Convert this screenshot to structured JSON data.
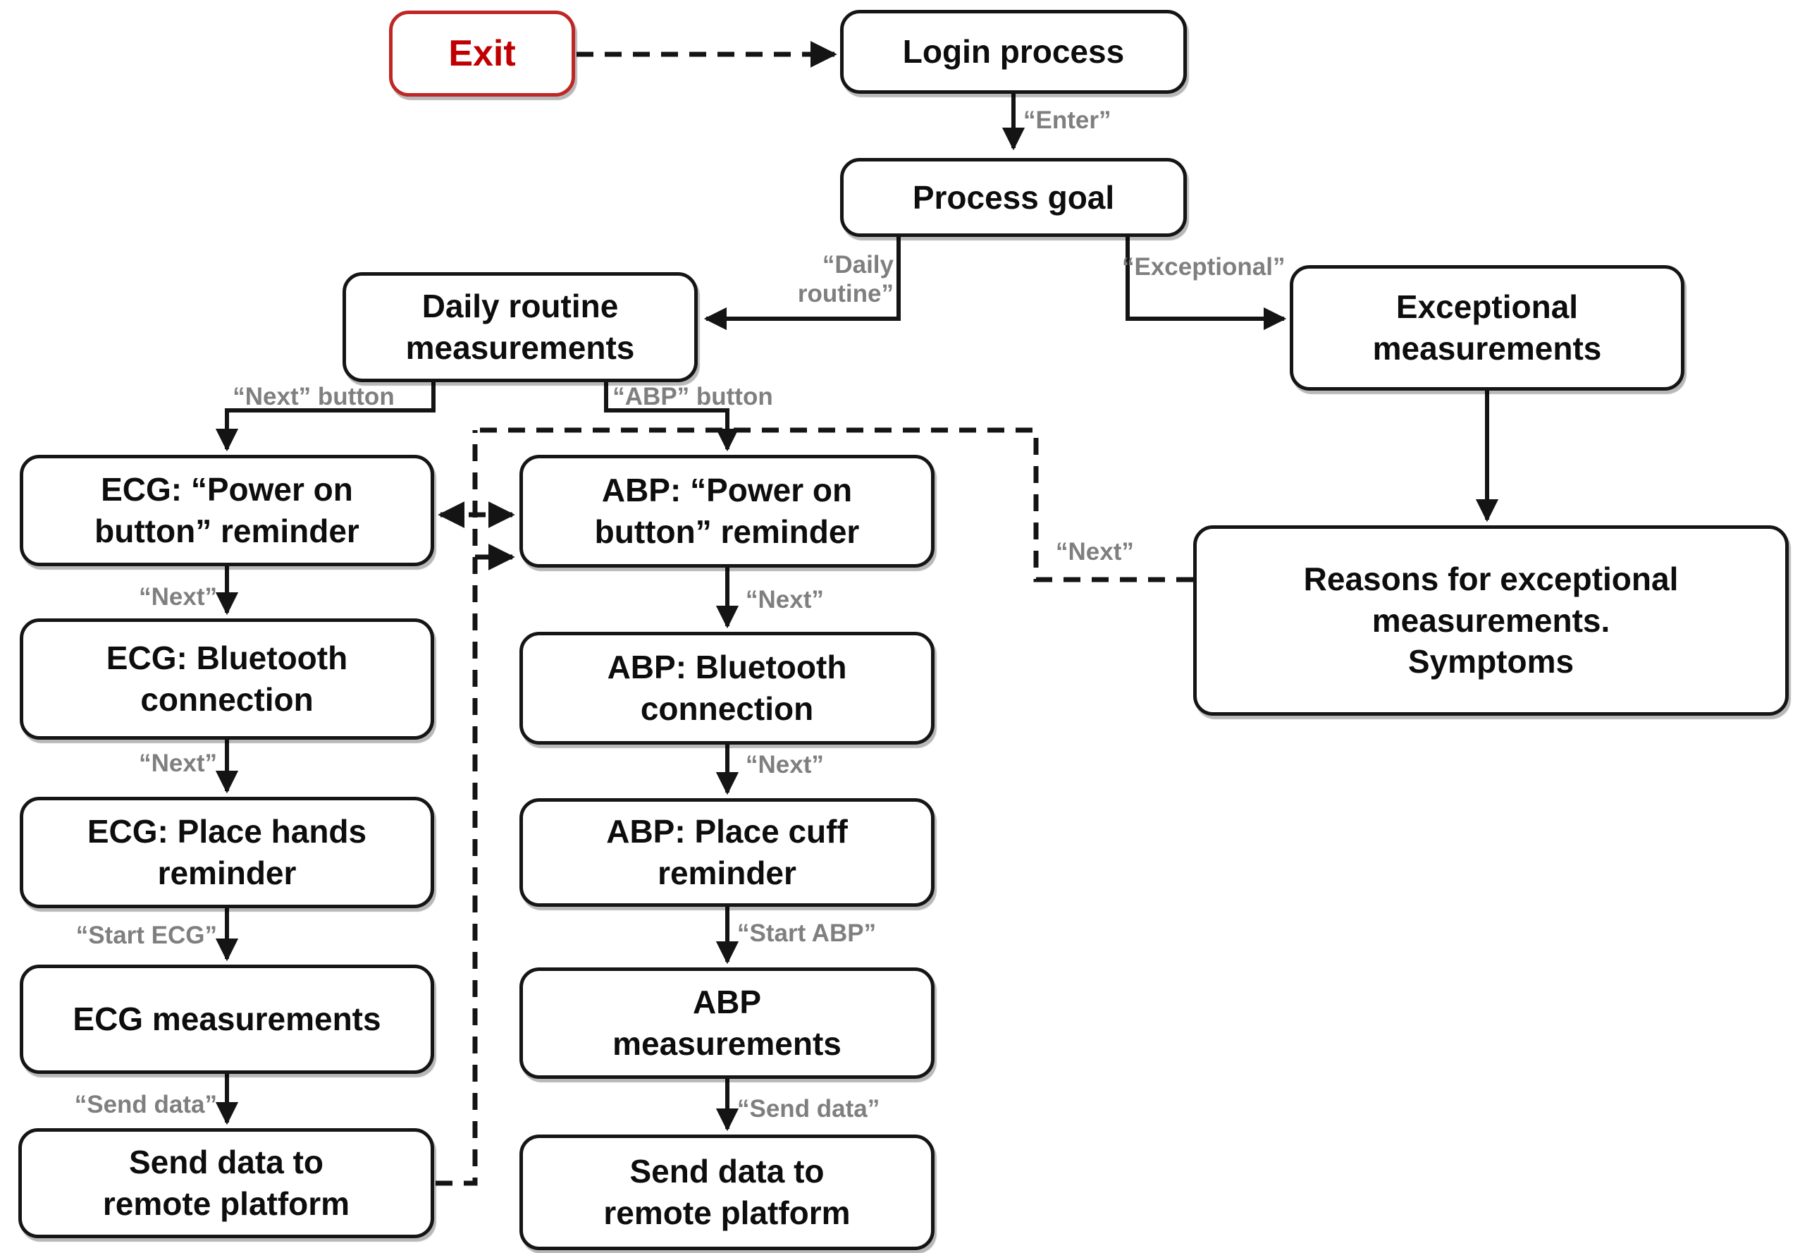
{
  "figure": {
    "description": "Flowchart of login and measurement dialog process with ECG and ABP branches",
    "colors": {
      "background": "#ffffff",
      "node_border": "#151515",
      "node_text": "#0d0d0d",
      "exit_red_border": "#bf2626",
      "exit_red_text": "#c00000",
      "edge_label_gray": "#7f7f7f",
      "connector_black": "#141414"
    },
    "nodes": {
      "exit": "Exit",
      "login": "Login process",
      "process_goal": "Process goal",
      "daily_routine": "Daily routine\nmeasurements",
      "exceptional": "Exceptional\nmeasurements",
      "ecg_power": "ECG: “Power on\nbutton” reminder",
      "abp_power": "ABP: “Power on\nbutton” reminder",
      "ecg_bluetooth": "ECG: Bluetooth\nconnection",
      "abp_bluetooth": "ABP: Bluetooth\nconnection",
      "ecg_hands": "ECG: Place hands\nreminder",
      "abp_cuff": "ABP: Place cuff\nreminder",
      "ecg_measurements": "ECG measurements",
      "abp_measurements": "ABP\nmeasurements",
      "ecg_send": "Send data to\nremote platform",
      "abp_send": "Send data to\nremote platform",
      "reasons": "Reasons for exceptional\nmeasurements.\nSymptoms"
    },
    "edge_labels": {
      "enter": "“Enter”",
      "daily_routine": "“Daily\nroutine”",
      "exceptional": "“Exceptional”",
      "next_button": "“Next” button",
      "abp_button": "“ABP” button",
      "next": "“Next”",
      "start_ecg": "“Start ECG”",
      "start_abp": "“Start ABP”",
      "send_data": "“Send data”"
    }
  }
}
